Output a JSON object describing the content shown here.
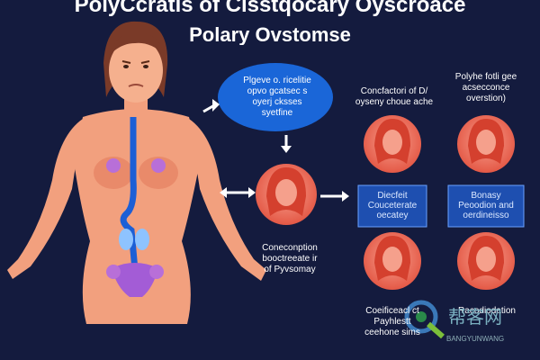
{
  "header": {
    "title": "PolyCcratis of Cisstqocary Oyscroace",
    "subtitle": "Polary Ovstomse"
  },
  "center_bubble": {
    "text": "Plgeve o. ricelitie\nopvo gcatsec s\noyerj cksses\nsyetfine"
  },
  "labels": {
    "top_mid": "Concfactori of D/\noyseny choue ache",
    "top_right": "Polyhe fotli gee\nacsecconce\noverstion)",
    "box_left": "Diecfeit\nCouceterate\noecatey",
    "box_right": "Bonasy\nPeoodion and\noerdineisso",
    "center_bottom": "Coneconption\nbooctreeate ir\nof Pyvsomay",
    "bottom_right_1": "Coeificeacl ct\nPayhlestt\nceehone sims",
    "bottom_right_2": "Racodiodation"
  },
  "watermark": {
    "text": "帮客网",
    "sub": "BANGYUNWANG"
  },
  "colors": {
    "background": "#141b3e",
    "body": "#f2a07e",
    "skin": "#f5b08e",
    "hair": "#7a3a28",
    "bubble": "#1a66d8",
    "face_circle": "#ef6b5a",
    "box": "#1e4fb0",
    "vessel": "#1c5fd6",
    "ovary": "#a35cd6",
    "kidney": "#8ec3ff"
  },
  "icons": [
    "arrow-right-icon",
    "arrow-down-icon",
    "double-arrow-icon",
    "woman-face-icon"
  ]
}
